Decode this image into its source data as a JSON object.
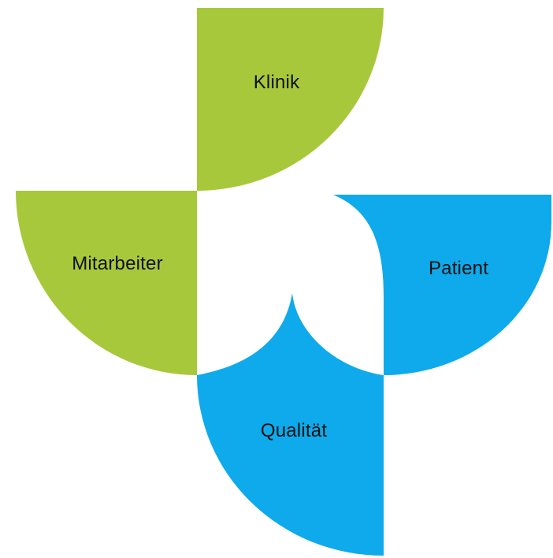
{
  "diagram": {
    "colors": {
      "green": "#a8c83c",
      "blue": "#0eaaeb",
      "background": "#ffffff",
      "text": "#111111"
    },
    "segments": [
      {
        "id": "klinik",
        "label": "Klinik",
        "color": "green"
      },
      {
        "id": "mitarbeiter",
        "label": "Mitarbeiter",
        "color": "green"
      },
      {
        "id": "patient",
        "label": "Patient",
        "color": "blue"
      },
      {
        "id": "qualitaet",
        "label": "Qualität",
        "color": "blue"
      }
    ]
  }
}
